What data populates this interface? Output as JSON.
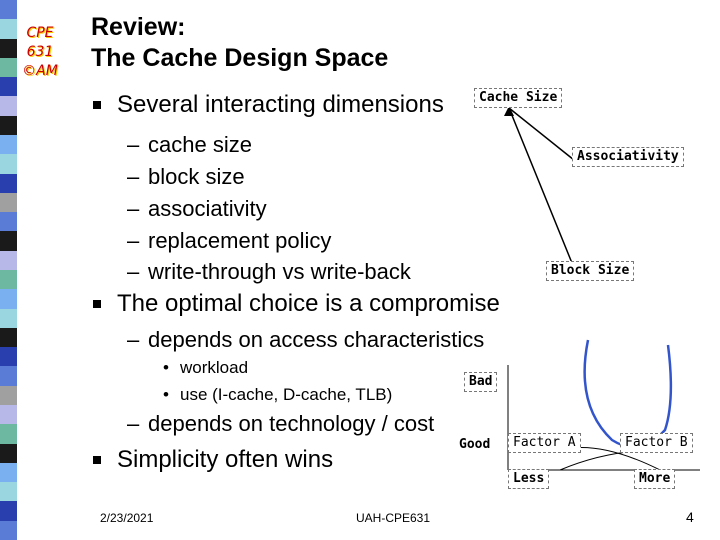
{
  "logo": {
    "line1": "CPE",
    "line2": "631",
    "line3": "©AM"
  },
  "title": {
    "line1": "Review:",
    "line2": "The Cache Design Space"
  },
  "bullets": {
    "b1": "Several interacting dimensions",
    "b1_subs": [
      "cache size",
      "block size",
      "associativity",
      "replacement policy",
      "write-through vs write-back"
    ],
    "b2": "The optimal choice is a compromise",
    "b2_sub1": "depends on access characteristics",
    "b2_sub1_items": [
      "workload",
      "use (I-cache, D-cache, TLB)"
    ],
    "b2_sub2": "depends on technology / cost",
    "b3": "Simplicity often wins"
  },
  "diagram": {
    "cache_size": "Cache Size",
    "associativity": "Associativity",
    "block_size": "Block Size",
    "bad": "Bad",
    "good": "Good",
    "factor_a": "Factor A",
    "factor_b": "Factor B",
    "less": "Less",
    "more": "More"
  },
  "footer": {
    "date": "2/23/2021",
    "course": "UAH-CPE631",
    "page": "4"
  },
  "colors": {
    "logo_text": "#cc0000",
    "curve": "#3355cc",
    "stripe_palette": [
      "#1a1a1a",
      "#5a7cd6",
      "#9ad6e0",
      "#6cb8a0",
      "#2a3fae",
      "#b8b8e8",
      "#7ab0f0",
      "#a0a0a0"
    ]
  }
}
